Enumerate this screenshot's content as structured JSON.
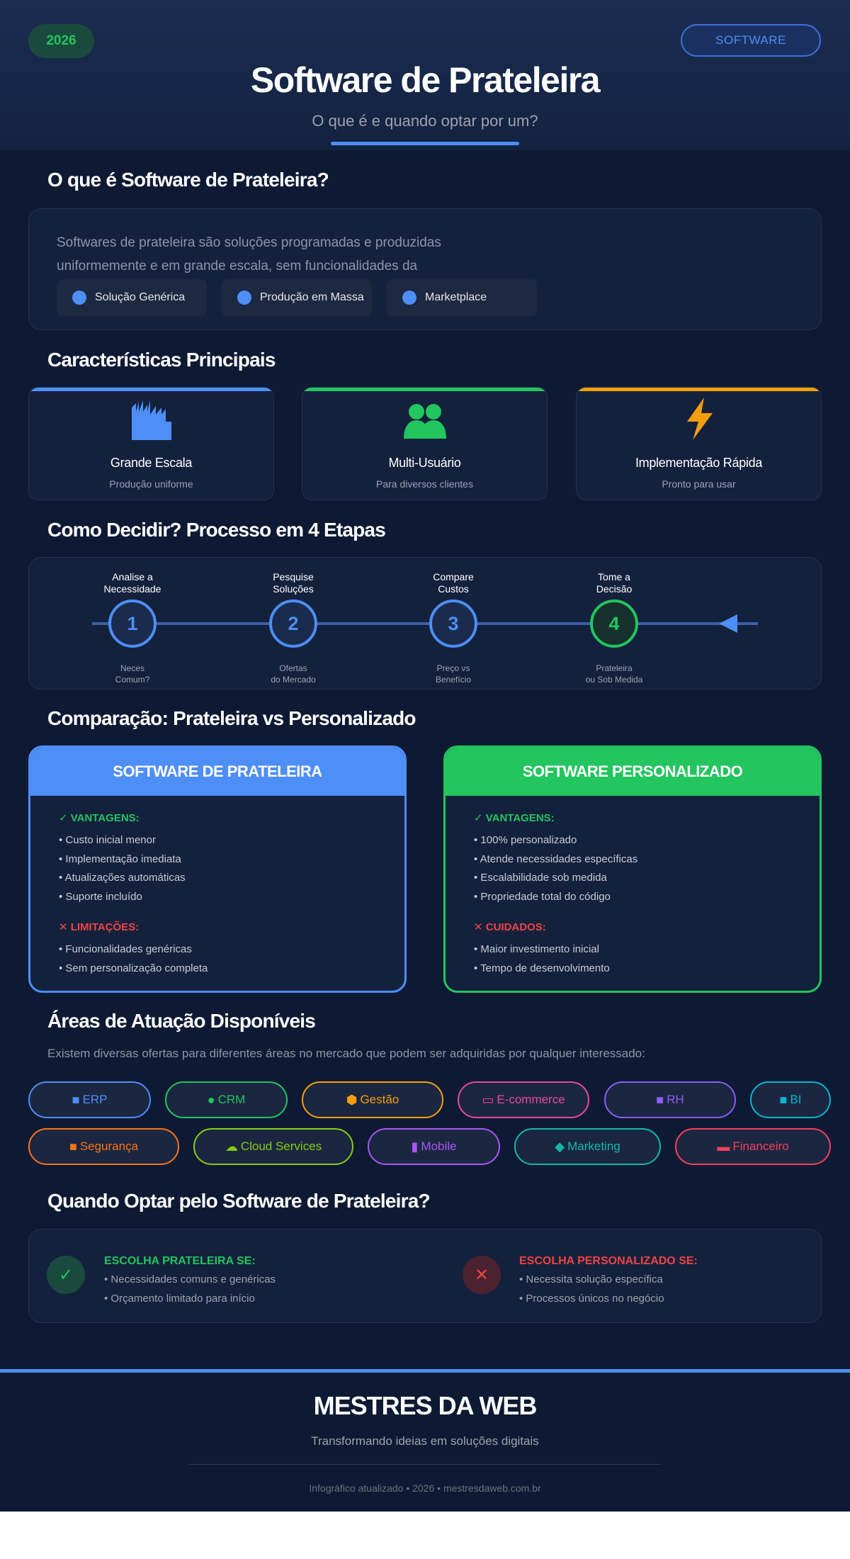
{
  "header": {
    "year": "2026",
    "tag": "SOFTWARE",
    "title": "Software de Prateleira",
    "subtitle": "O que é e quando optar por um?"
  },
  "what_is": {
    "title": "O que é Software de Prateleira?",
    "text": "Softwares de prateleira são soluções programadas e produzidas uniformemente e em grande escala, sem funcionalidades da",
    "chips": [
      "Solução Genérica",
      "Produção em Massa",
      "Marketplace"
    ]
  },
  "features": {
    "title": "Características Principais",
    "cards": [
      {
        "title": "Grande Escala",
        "subtitle": "Produção uniforme",
        "icon": "factory-icon",
        "color": "#4d8ef7"
      },
      {
        "title": "Multi-Usuário",
        "subtitle": "Para diversos clientes",
        "icon": "users-icon",
        "color": "#22c55e"
      },
      {
        "title": "Implementação Rápida",
        "subtitle": "Pronto para usar",
        "icon": "lightning-icon",
        "color": "#f59e0b"
      }
    ]
  },
  "process": {
    "title": "Como Decidir? Processo em 4 Etapas",
    "steps": [
      {
        "number": "1",
        "label_1": "Analise a",
        "label_2": "Necessidade",
        "note_1": "Neces",
        "note_2": "Comum?",
        "color": "#4d8ef7"
      },
      {
        "number": "2",
        "label_1": "Pesquise",
        "label_2": "Soluções",
        "note_1": "Ofertas",
        "note_2": "do Mercado",
        "color": "#4d8ef7"
      },
      {
        "number": "3",
        "label_1": "Compare",
        "label_2": "Custos",
        "note_1": "Preço vs",
        "note_2": "Benefício",
        "color": "#4d8ef7"
      },
      {
        "number": "4",
        "label_1": "Tome a",
        "label_2": "Decisão",
        "note_1": "Prateleira",
        "note_2": "ou Sob Medida",
        "color": "#22c55e"
      }
    ]
  },
  "comparison": {
    "title": "Comparação: Prateleira vs Personalizado",
    "shelf": {
      "header": "SOFTWARE DE PRATELEIRA",
      "pros_label": "✓ VANTAGENS:",
      "pros": [
        "• Custo inicial menor",
        "• Implementação imediata",
        "• Atualizações automáticas",
        "• Suporte incluído"
      ],
      "cons_label": "✕ LIMITAÇÕES:",
      "cons": [
        "• Funcionalidades genéricas",
        "• Sem personalização completa"
      ]
    },
    "custom": {
      "header": "SOFTWARE PERSONALIZADO",
      "pros_label": "✓ VANTAGENS:",
      "pros": [
        "• 100% personalizado",
        "• Atende necessidades específicas",
        "• Escalabilidade sob medida",
        "• Propriedade total do código"
      ],
      "cons_label": "✕ CUIDADOS:",
      "cons": [
        "• Maior investimento inicial",
        "• Tempo de desenvolvimento"
      ]
    }
  },
  "areas": {
    "title": "Áreas de Atuação Disponíveis",
    "description": "Existem diversas ofertas para diferentes áreas no mercado que podem ser adquiridas por qualquer interessado:",
    "items": [
      {
        "label": "ERP",
        "icon": "chart-icon",
        "color": "#4d8ef7"
      },
      {
        "label": "CRM",
        "icon": "money-bag-icon",
        "color": "#22c55e"
      },
      {
        "label": "Gestão",
        "icon": "hexagon-icon",
        "color": "#f59e0b"
      },
      {
        "label": "E-commerce",
        "icon": "cart-icon",
        "color": "#ec4899"
      },
      {
        "label": "RH",
        "icon": "team-icon",
        "color": "#8b5cf6"
      },
      {
        "label": "BI",
        "icon": "analytics-icon",
        "color": "#06b6d4"
      },
      {
        "label": "Segurança",
        "icon": "lock-icon",
        "color": "#f97316"
      },
      {
        "label": "Cloud Services",
        "icon": "cloud-icon",
        "color": "#84cc16"
      },
      {
        "label": "Mobile",
        "icon": "phone-icon",
        "color": "#a855f7"
      },
      {
        "label": "Marketing",
        "icon": "megaphone-icon",
        "color": "#14b8a6"
      },
      {
        "label": "Financeiro",
        "icon": "card-icon",
        "color": "#f43f5e"
      }
    ]
  },
  "when": {
    "title": "Quando Optar pelo Software de Prateleira?",
    "shelf": {
      "icon": "✓",
      "title": "ESCOLHA PRATELEIRA SE:",
      "items": [
        "• Necessidades comuns e genéricas",
        "• Orçamento limitado para início"
      ]
    },
    "custom": {
      "icon": "✕",
      "title": "ESCOLHA PERSONALIZADO SE:",
      "items": [
        "• Necessita solução específica",
        "• Processos únicos no negócio"
      ]
    }
  },
  "footer": {
    "title": "MESTRES DA WEB",
    "subtitle": "Transformando ideias em soluções digitais",
    "meta": "Infográfico atualizado • 2026 • mestresdaweb.com.br"
  }
}
